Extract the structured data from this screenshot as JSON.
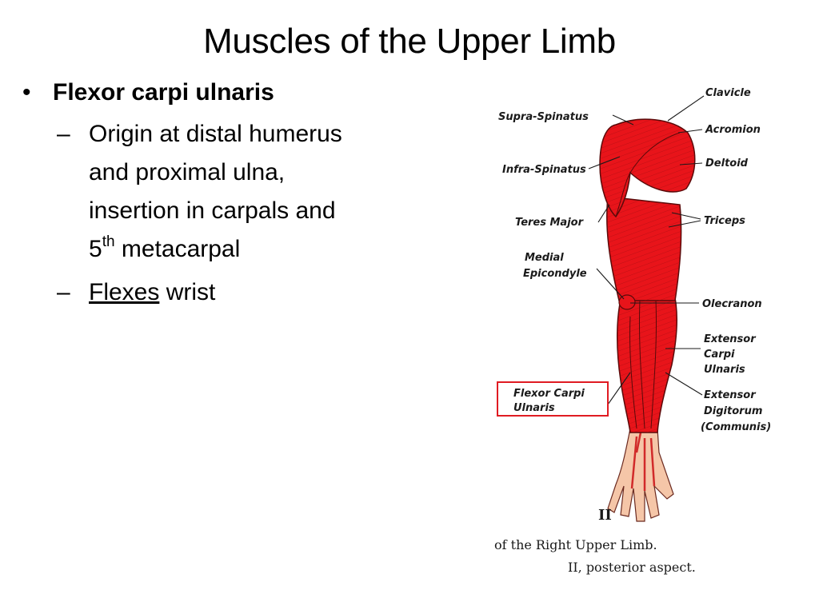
{
  "slide": {
    "title": "Muscles of the Upper Limb",
    "bullet": {
      "marker": "•",
      "label": "Flexor carpi ulnaris",
      "sub_marker": "–",
      "origin_line1": "Origin at distal humerus",
      "origin_line2": "and proximal ulna,",
      "origin_line3": "insertion in carpals and",
      "origin_ordinal_base": "5",
      "origin_ordinal_suffix": "th",
      "origin_ordinal_rest": " metacarpal",
      "action_link": "Flexes",
      "action_rest": " wrist"
    }
  },
  "figure": {
    "labels_left": {
      "supra_spinatus": "Supra-Spinatus",
      "infra_spinatus": "Infra-Spinatus",
      "teres_major": "Teres Major",
      "medial_line1": "Medial",
      "medial_line2": "Epicondyle",
      "fcu_line1": "Flexor Carpi",
      "fcu_line2": "Ulnaris"
    },
    "labels_right": {
      "clavicle": "Clavicle",
      "acromion": "Acromion",
      "deltoid": "Deltoid",
      "triceps": "Triceps",
      "olecranon": "Olecranon",
      "ecu_line1": "Extensor",
      "ecu_line2": "Carpi",
      "ecu_line3": "Ulnaris",
      "edc_line1": "Extensor",
      "edc_line2": "Digitorum",
      "edc_line3": "(Communis)"
    },
    "view_numeral": "II",
    "caption_line1": "of the Right Upper Limb.",
    "caption_line2": "II, posterior aspect.",
    "colors": {
      "muscle": "#e8141a",
      "muscle_dark": "#9e0c10",
      "skin": "#f5c6a8",
      "highlight_box": "#e01b22"
    }
  }
}
